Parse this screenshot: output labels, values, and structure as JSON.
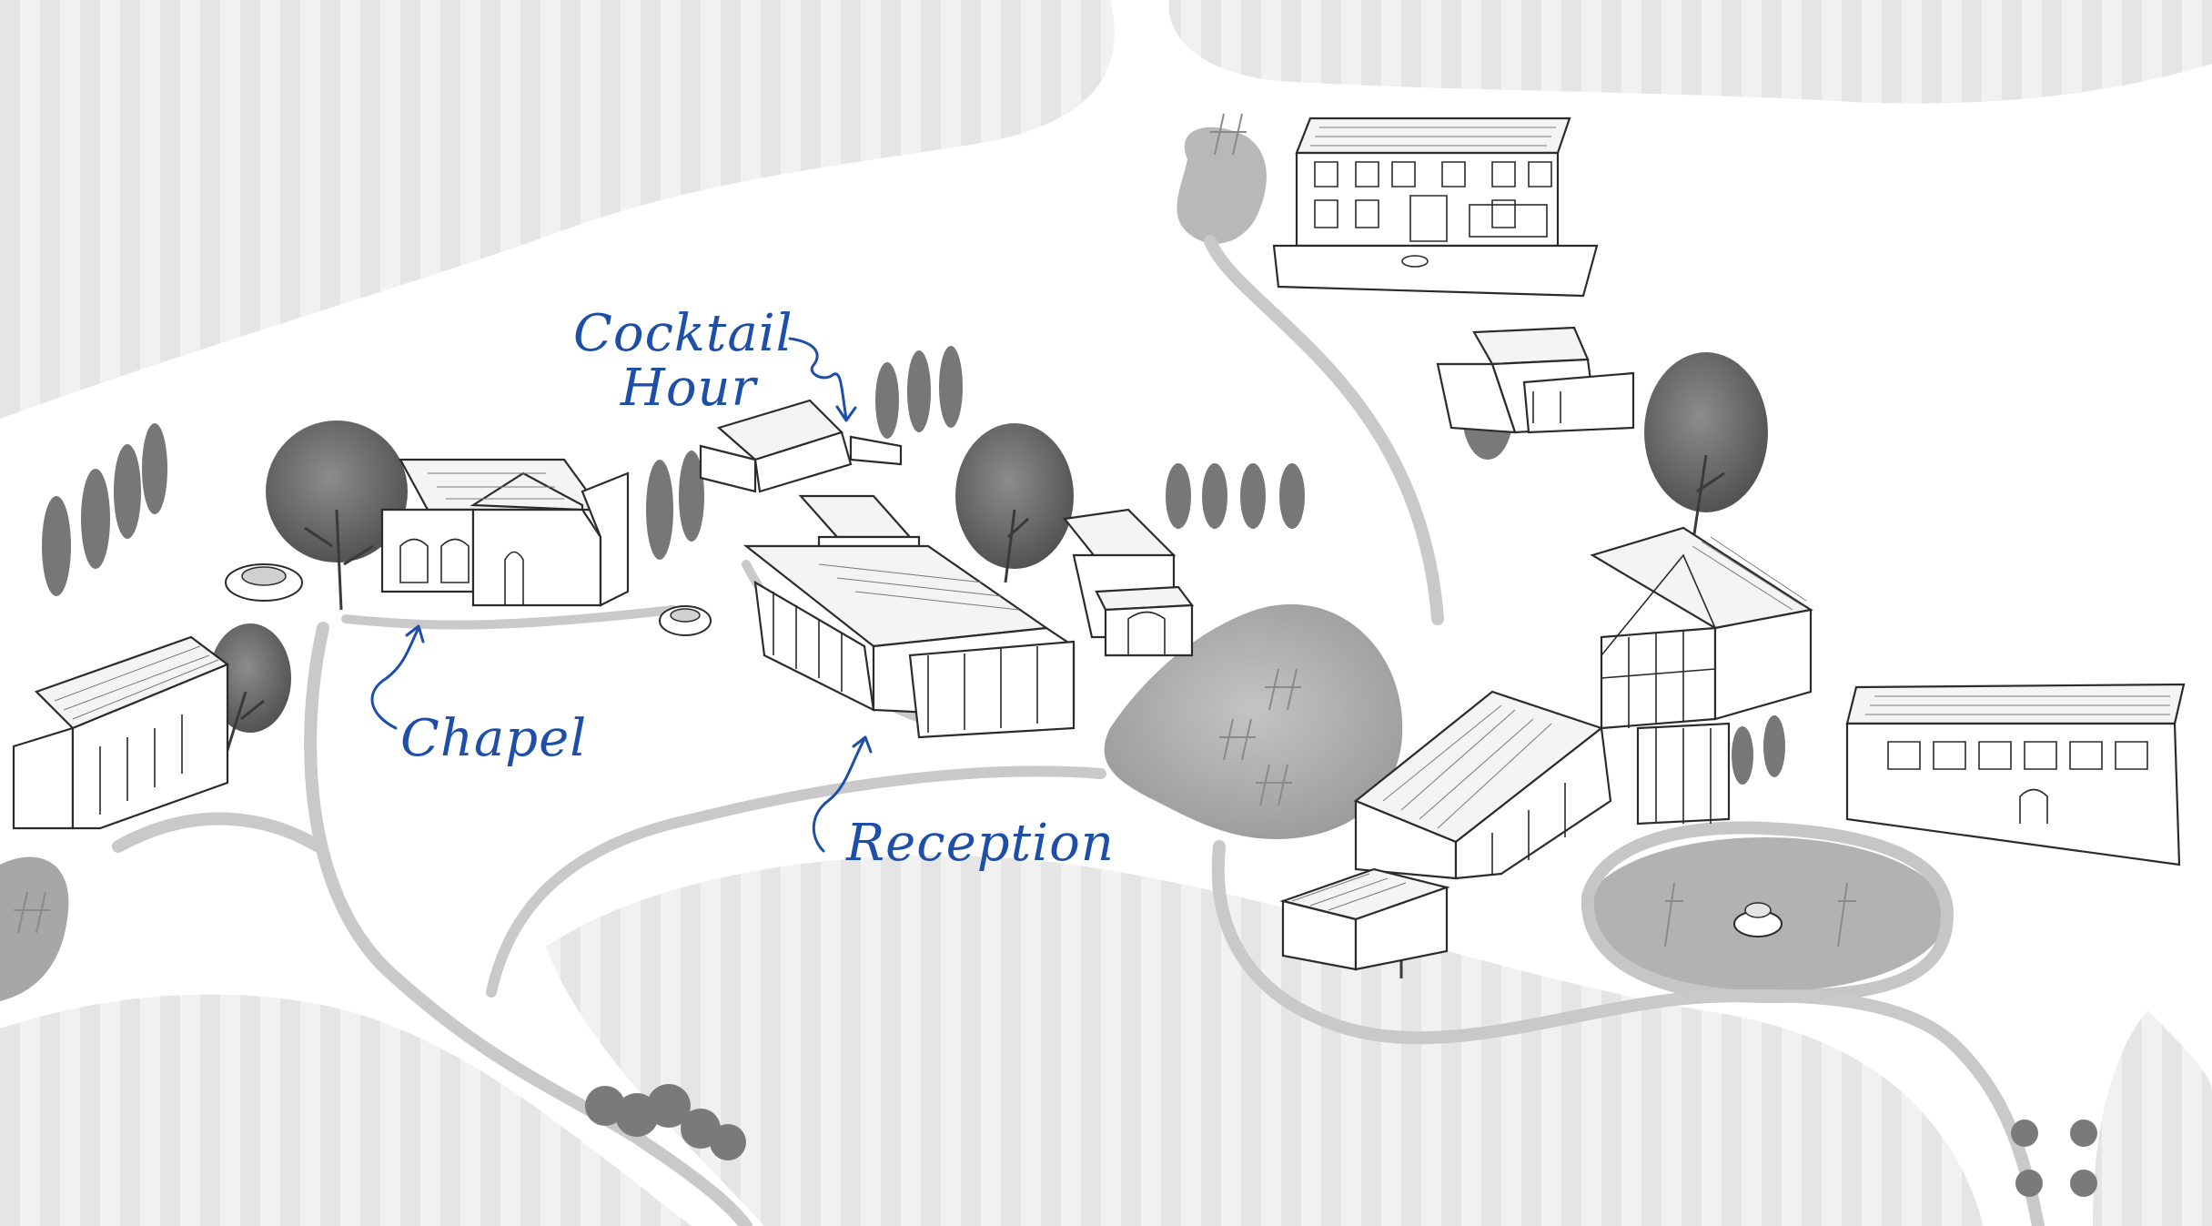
{
  "colors": {
    "label_blue": "#1d4fa8",
    "field_stripe": "#e6e6e6",
    "field_base": "#efefef",
    "path_gray": "#c9c9c9",
    "water_gray": "#a9a9a9",
    "tree_gray": "#6a6a6a",
    "ink": "#2b2b2b"
  },
  "labels": {
    "cocktail_line1": "Cocktail",
    "cocktail_line2": "Hour",
    "chapel": "Chapel",
    "reception": "Reception"
  },
  "icons": [
    "hand-drawn-arrow-icon",
    "tree-icon",
    "cypress-icon",
    "fountain-icon"
  ]
}
